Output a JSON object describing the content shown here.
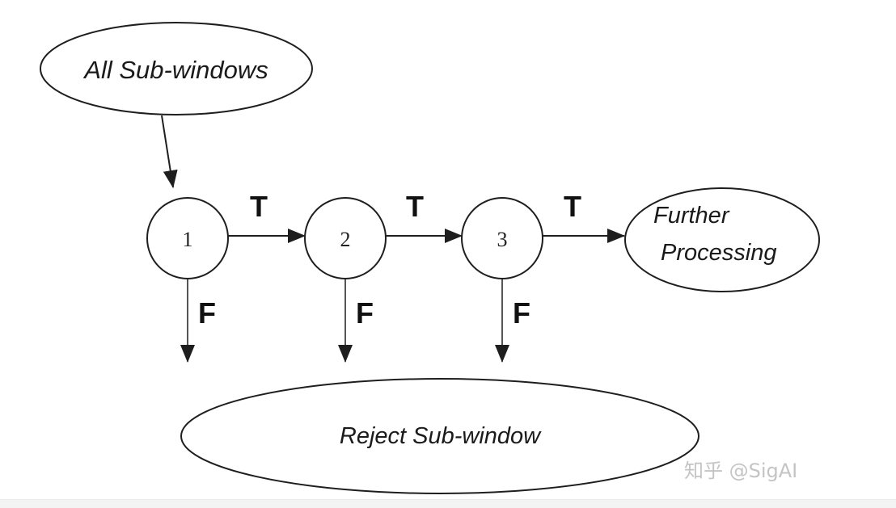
{
  "diagram": {
    "title": "Attentional cascade of classifiers",
    "start_node": {
      "label": "All Sub-windows"
    },
    "stages": [
      {
        "id": "1",
        "label": "1"
      },
      {
        "id": "2",
        "label": "2"
      },
      {
        "id": "3",
        "label": "3"
      }
    ],
    "accept_node": {
      "line1": "Further",
      "line2": "Processing"
    },
    "reject_node": {
      "label": "Reject Sub-window"
    },
    "edges": {
      "true_label": "T",
      "false_label": "F"
    },
    "watermark": "知乎 @SigAI",
    "colors": {
      "stroke": "#1e1e1e",
      "background": "#ffffff",
      "watermark": "#c4c4c4"
    }
  }
}
